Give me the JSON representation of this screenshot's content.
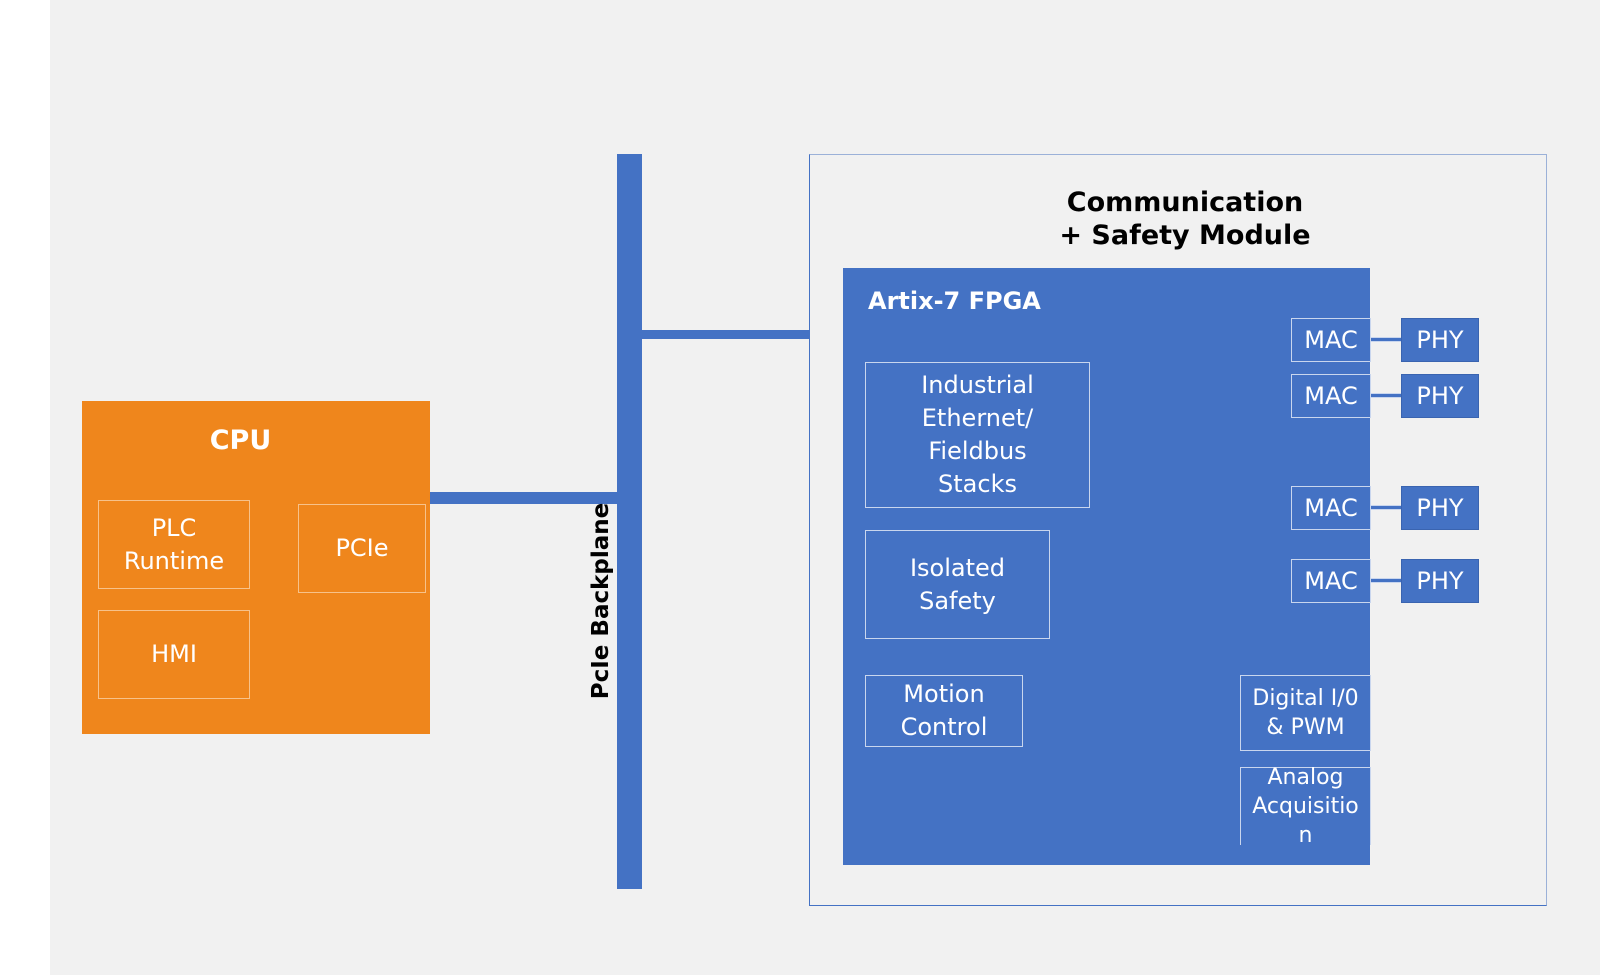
{
  "cpu": {
    "title": "CPU",
    "blocks": {
      "plc": "PLC\nRuntime",
      "pcie": "PCIe",
      "hmi": "HMI"
    }
  },
  "backplane": {
    "label": "PcIe Backplane"
  },
  "module": {
    "title": "Communication\n+ Safety Module",
    "fpga": {
      "title": "Artix-7 FPGA",
      "blocks": {
        "ethernet": "Industrial\nEthernet/\nFieldbus\nStacks",
        "safety": "Isolated\nSafety",
        "motion": "Motion\nControl",
        "digital_io": "Digital I/0\n& PWM",
        "analog": "Analog\nAcquisitio\nn"
      },
      "ports": [
        {
          "mac": "MAC",
          "phy": "PHY"
        },
        {
          "mac": "MAC",
          "phy": "PHY"
        },
        {
          "mac": "MAC",
          "phy": "PHY"
        },
        {
          "mac": "MAC",
          "phy": "PHY"
        }
      ]
    }
  },
  "colors": {
    "cpu": "#ef861c",
    "fpga": "#4472c4",
    "bus": "#4472c4",
    "background": "#f1f1f1"
  }
}
